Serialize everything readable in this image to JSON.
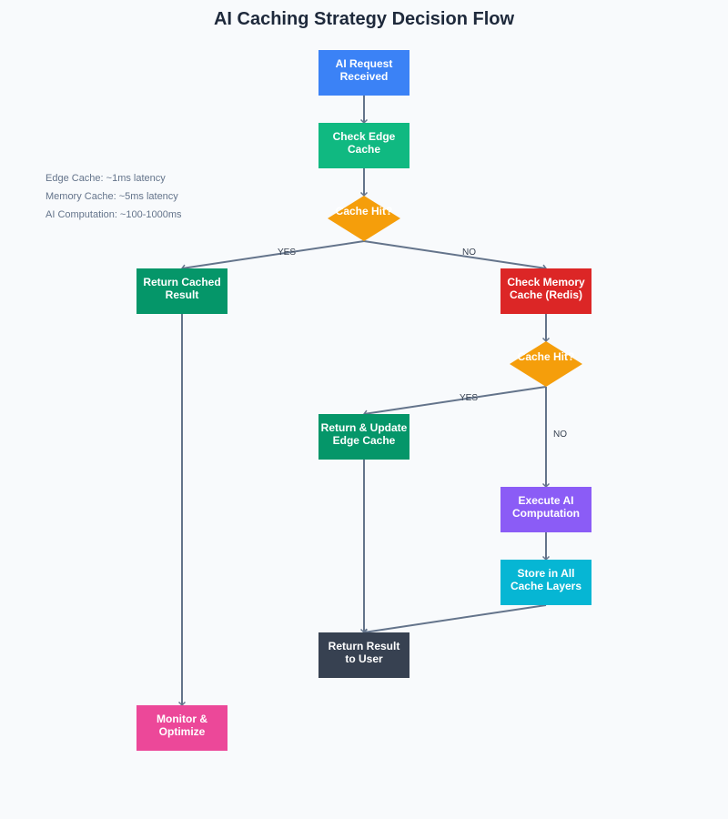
{
  "title": "AI Caching Strategy Decision Flow",
  "notes": [
    "Edge Cache: ~1ms latency",
    "Memory Cache: ~5ms latency",
    "AI Computation: ~100-1000ms"
  ],
  "nodes": {
    "request": {
      "lines": [
        "AI Request",
        "Received"
      ],
      "color": "#3b82f6"
    },
    "check_edge": {
      "lines": [
        "Check Edge",
        "Cache"
      ],
      "color": "#10b981"
    },
    "hit1": {
      "lines": [
        "Cache Hit?"
      ],
      "color": "#f59e0b"
    },
    "return_cached": {
      "lines": [
        "Return Cached",
        "Result"
      ],
      "color": "#059669"
    },
    "check_memory": {
      "lines": [
        "Check Memory",
        "Cache (Redis)"
      ],
      "color": "#dc2626"
    },
    "hit2": {
      "lines": [
        "Cache Hit?"
      ],
      "color": "#f59e0b"
    },
    "return_update": {
      "lines": [
        "Return & Update",
        "Edge Cache"
      ],
      "color": "#059669"
    },
    "execute": {
      "lines": [
        "Execute AI",
        "Computation"
      ],
      "color": "#8b5cf6"
    },
    "store": {
      "lines": [
        "Store in All",
        "Cache Layers"
      ],
      "color": "#06b6d4"
    },
    "return_user": {
      "lines": [
        "Return Result",
        "to User"
      ],
      "color": "#374151"
    },
    "monitor": {
      "lines": [
        "Monitor &",
        "Optimize"
      ],
      "color": "#ec4899"
    }
  },
  "edge_labels": {
    "yes1": "YES",
    "no1": "NO",
    "yes2": "YES",
    "no2": "NO"
  },
  "colors": {
    "arrow": "#64748b",
    "node_text": "#ffffff",
    "label_text": "#374151"
  }
}
